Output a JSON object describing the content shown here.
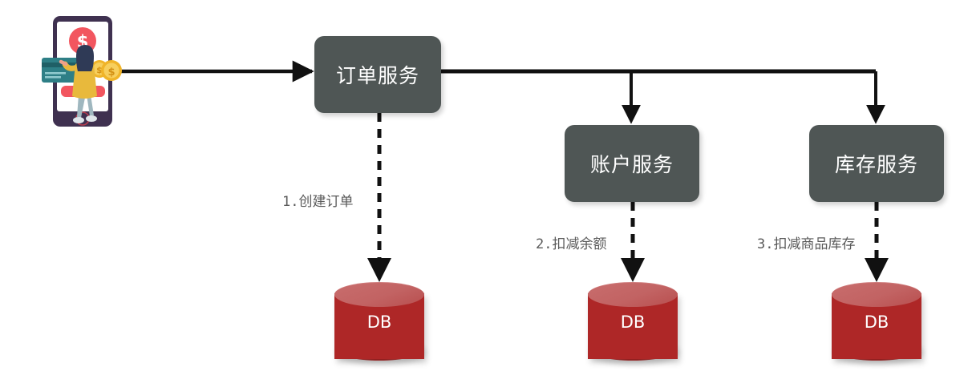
{
  "diagram": {
    "title_text": "",
    "colors": {
      "service_box": "#4f5655",
      "service_label": "#ffffff",
      "db_body": "#ae2727",
      "db_top": "#c56565",
      "wire": "#111111",
      "edge_label": "#5a5a5a",
      "background": "#ffffff"
    },
    "services": [
      {
        "id": "order",
        "label": "订单服务"
      },
      {
        "id": "account",
        "label": "账户服务"
      },
      {
        "id": "stock",
        "label": "库存服务"
      }
    ],
    "databases": [
      {
        "id": "db-order",
        "label": "DB"
      },
      {
        "id": "db-account",
        "label": "DB"
      },
      {
        "id": "db-stock",
        "label": "DB"
      }
    ],
    "edge_labels": [
      {
        "id": "step1",
        "text": "1.创建订单"
      },
      {
        "id": "step2",
        "text": "2.扣减余额"
      },
      {
        "id": "step3",
        "text": "3.扣减商品库存"
      }
    ],
    "actor": {
      "name": "user-payment-illustration",
      "alt": "person with phone and credit card making a payment"
    }
  }
}
